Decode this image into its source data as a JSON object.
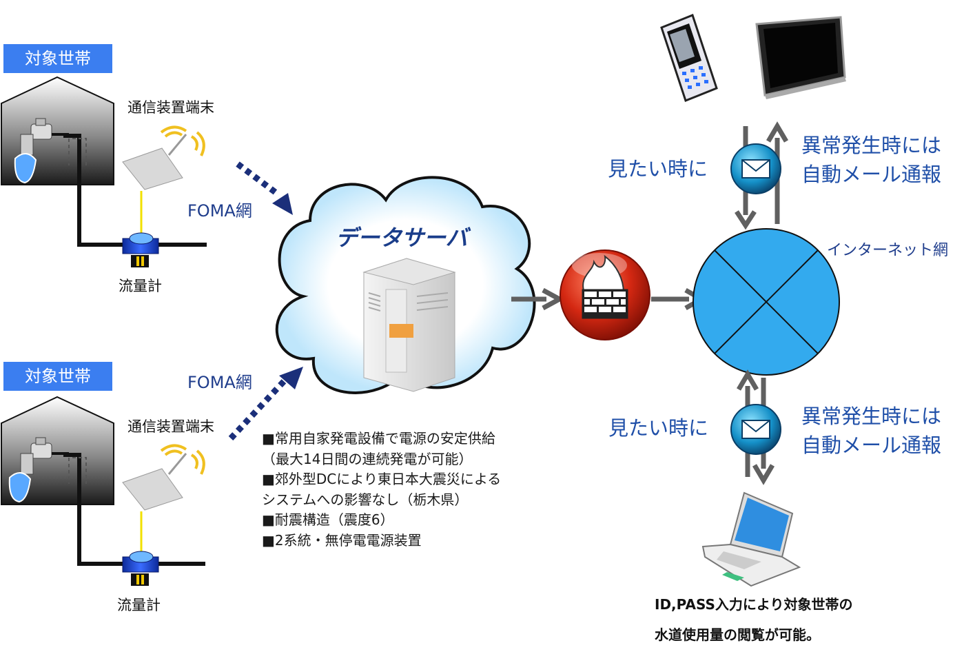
{
  "households": [
    {
      "badge": "対象世帯",
      "device_label": "通信装置端末",
      "network_label": "FOMA網",
      "meter_label": "流量計"
    },
    {
      "badge": "対象世帯",
      "device_label": "通信装置端末",
      "network_label": "FOMA網",
      "meter_label": "流量計"
    }
  ],
  "server": {
    "title": "データサーバ"
  },
  "server_notes": [
    "■常用自家発電設備で電源の安定供給",
    "（最大14日間の連続発電が可能）",
    "■郊外型DCにより東日本大震災による",
    "システムへの影響なし（栃木県）",
    "■耐震構造（震度6）",
    "■2系統・無停電電源装置"
  ],
  "internet": {
    "label": "インターネット網"
  },
  "top_flow": {
    "view_label": "見たい時に",
    "alert_lines": [
      "異常発生時には",
      "自動メール通報"
    ]
  },
  "bottom_flow": {
    "view_label": "見たい時に",
    "alert_lines": [
      "異常発生時には",
      "自動メール通報"
    ]
  },
  "bottom_note": [
    "ID,PASS入力により対象世帯の",
    "水道使用量の閲覧が可能。"
  ],
  "colors": {
    "badge": "#3b7ef0",
    "label_blue": "#1f3d8c",
    "internet_fill": "#33aaee",
    "firewall": "#cc2211",
    "arrow_gray": "#606060",
    "dotted_arrow": "#1b2f7a"
  },
  "icons": [
    "house-icon",
    "faucet-icon",
    "wireless-terminal-icon",
    "flow-meter-icon",
    "cloud-icon",
    "server-icon",
    "firewall-icon",
    "mail-icon",
    "mobile-phone-icon",
    "tablet-icon",
    "laptop-icon"
  ]
}
